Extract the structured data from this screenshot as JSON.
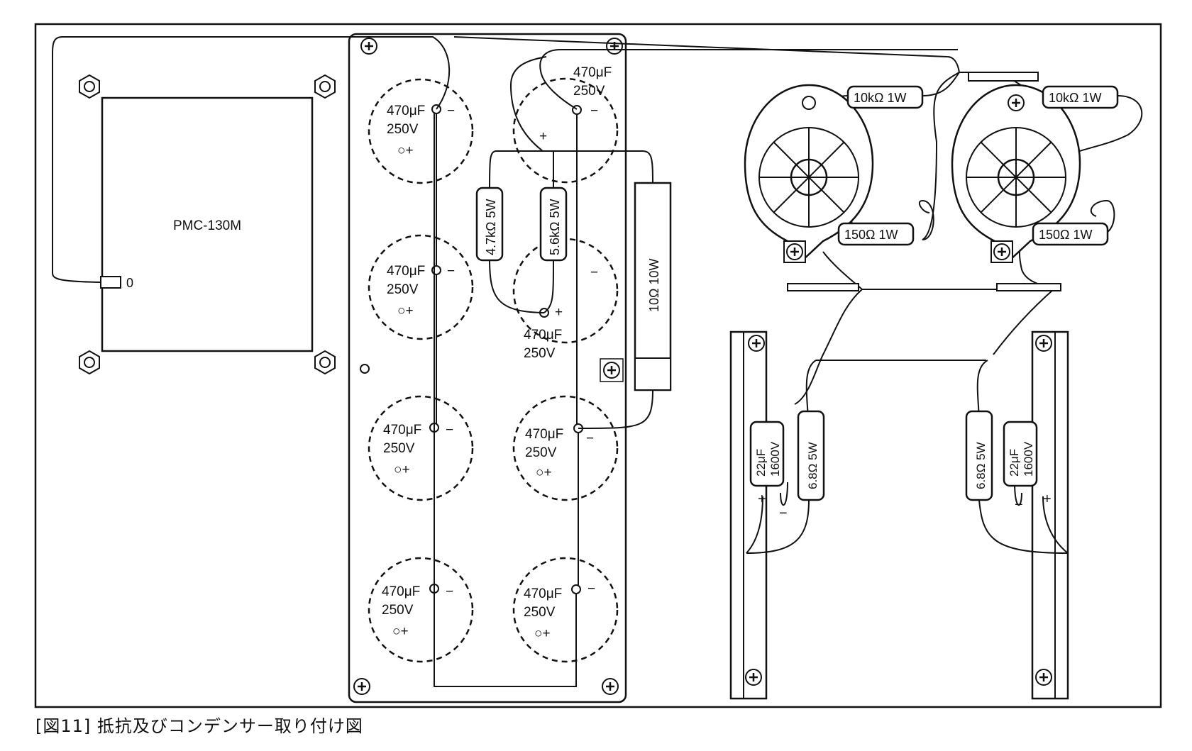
{
  "caption": "[図11] 抵抗及びコンデンサー取り付け図",
  "transformer": {
    "model": "PMC-130M",
    "terminal": "0"
  },
  "capacitors": [
    {
      "value": "470μF",
      "voltage": "250V",
      "pos": "○+",
      "neg": "−"
    },
    {
      "value": "470μF",
      "voltage": "250V",
      "pos": "○+",
      "neg": "−"
    },
    {
      "value": "470μF",
      "voltage": "250V",
      "pos": "○+",
      "neg": "−"
    },
    {
      "value": "470μF",
      "voltage": "250V",
      "pos": "○+",
      "neg": "−"
    },
    {
      "value": "470μF",
      "voltage": "250V",
      "pos": "+",
      "neg": "−"
    },
    {
      "value": "470μF",
      "voltage": "250V",
      "pos": "+",
      "neg": "−"
    },
    {
      "value": "470μF",
      "voltage": "250V",
      "pos": "○+",
      "neg": "−"
    },
    {
      "value": "470μF",
      "voltage": "250V",
      "pos": "○+",
      "neg": "−"
    }
  ],
  "resistors": {
    "r_4k7": "4.7kΩ 5W",
    "r_5k6": "5.6kΩ 5W",
    "r_10": "10Ω 10W",
    "r_10k_left": "10kΩ 1W",
    "r_10k_right": "10kΩ 1W",
    "r_150_left": "150Ω 1W",
    "r_150_right": "150Ω 1W",
    "r_6r8_left": "6.8Ω 5W",
    "r_6r8_right": "6.8Ω 5W"
  },
  "film_caps": {
    "left": {
      "value": "22μF",
      "voltage": "1600V",
      "plus": "+",
      "minus": "−"
    },
    "right": {
      "value": "22μF",
      "voltage": "1600V",
      "plus": "+",
      "minus": "−"
    }
  }
}
